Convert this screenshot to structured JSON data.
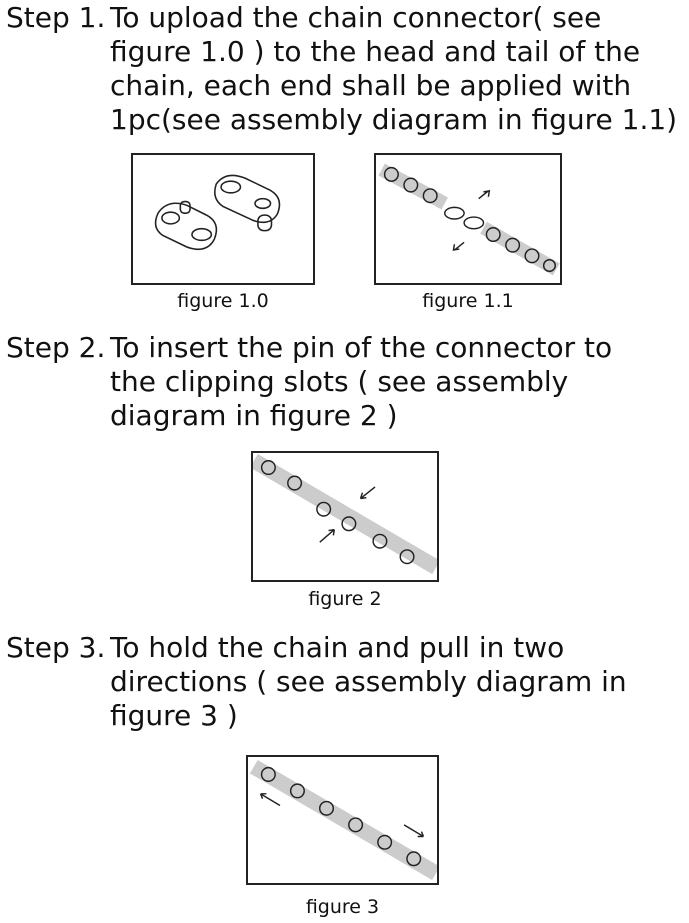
{
  "steps": [
    {
      "label": "Step 1.",
      "lines": [
        "To upload the chain connector( see",
        "figure 1.0 ) to the head and tail of the",
        "chain, each end shall be applied with",
        "1pc(see assembly diagram in figure 1.1)"
      ]
    },
    {
      "label": "Step 2.",
      "lines": [
        "To insert the pin of the connector to",
        "the clipping slots ( see assembly",
        "diagram in figure 2 )"
      ]
    },
    {
      "label": "Step 3.",
      "lines": [
        "To hold the chain and pull in two",
        "directions ( see assembly diagram in",
        "figure 3 )"
      ]
    }
  ],
  "figures": {
    "f10": "figure 1.0",
    "f11": "figure 1.1",
    "f2": "figure 2",
    "f3": "figure 3"
  }
}
